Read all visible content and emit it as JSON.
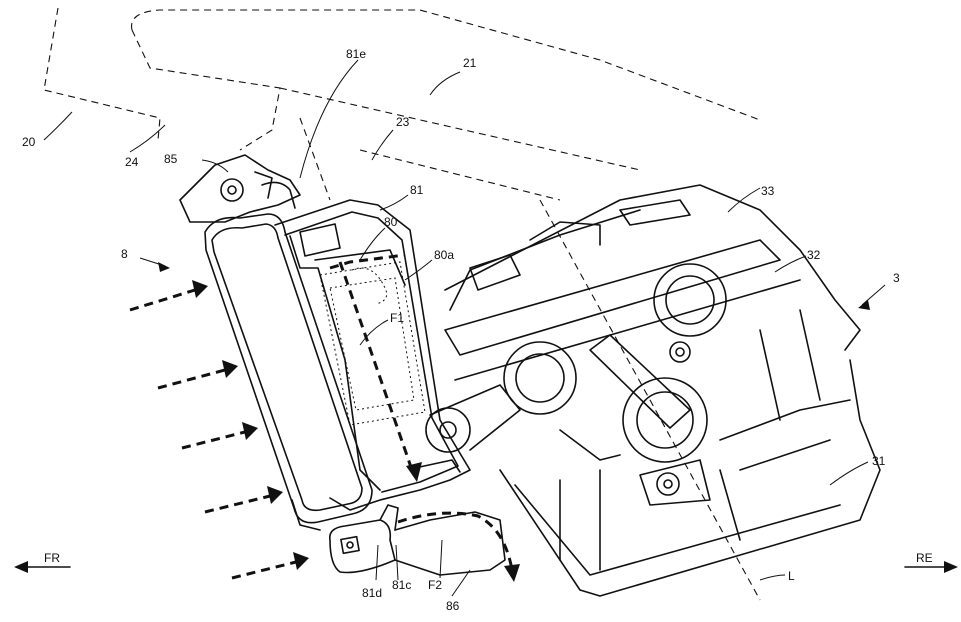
{
  "labels": {
    "l20": "20",
    "l24": "24",
    "l85": "85",
    "l81e": "81e",
    "l21": "21",
    "l23": "23",
    "l81": "81",
    "l80": "80",
    "l80a": "80a",
    "l8": "8",
    "lF1": "F1",
    "l33": "33",
    "l32": "32",
    "l3": "3",
    "l31": "31",
    "l81d": "81d",
    "l81c": "81c",
    "lF2": "F2",
    "l86": "86",
    "lL": "L",
    "lFR": "FR",
    "lRE": "RE"
  }
}
